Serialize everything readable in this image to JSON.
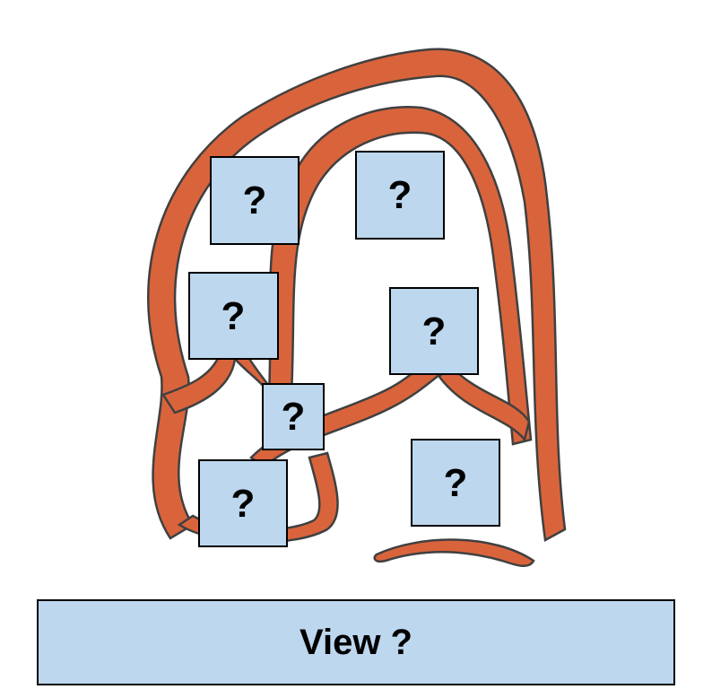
{
  "colors": {
    "vessel_fill": "#d9643b",
    "vessel_stroke": "#404040",
    "box_fill": "#bdd7ee",
    "box_stroke": "#000000",
    "background": "#ffffff"
  },
  "unknown_boxes": [
    {
      "id": "box-1",
      "label": "?"
    },
    {
      "id": "box-2",
      "label": "?"
    },
    {
      "id": "box-3",
      "label": "?"
    },
    {
      "id": "box-4",
      "label": "?"
    },
    {
      "id": "box-5",
      "label": "?"
    },
    {
      "id": "box-6",
      "label": "?"
    },
    {
      "id": "box-7",
      "label": "?"
    }
  ],
  "view_button": {
    "label": "View ?"
  }
}
